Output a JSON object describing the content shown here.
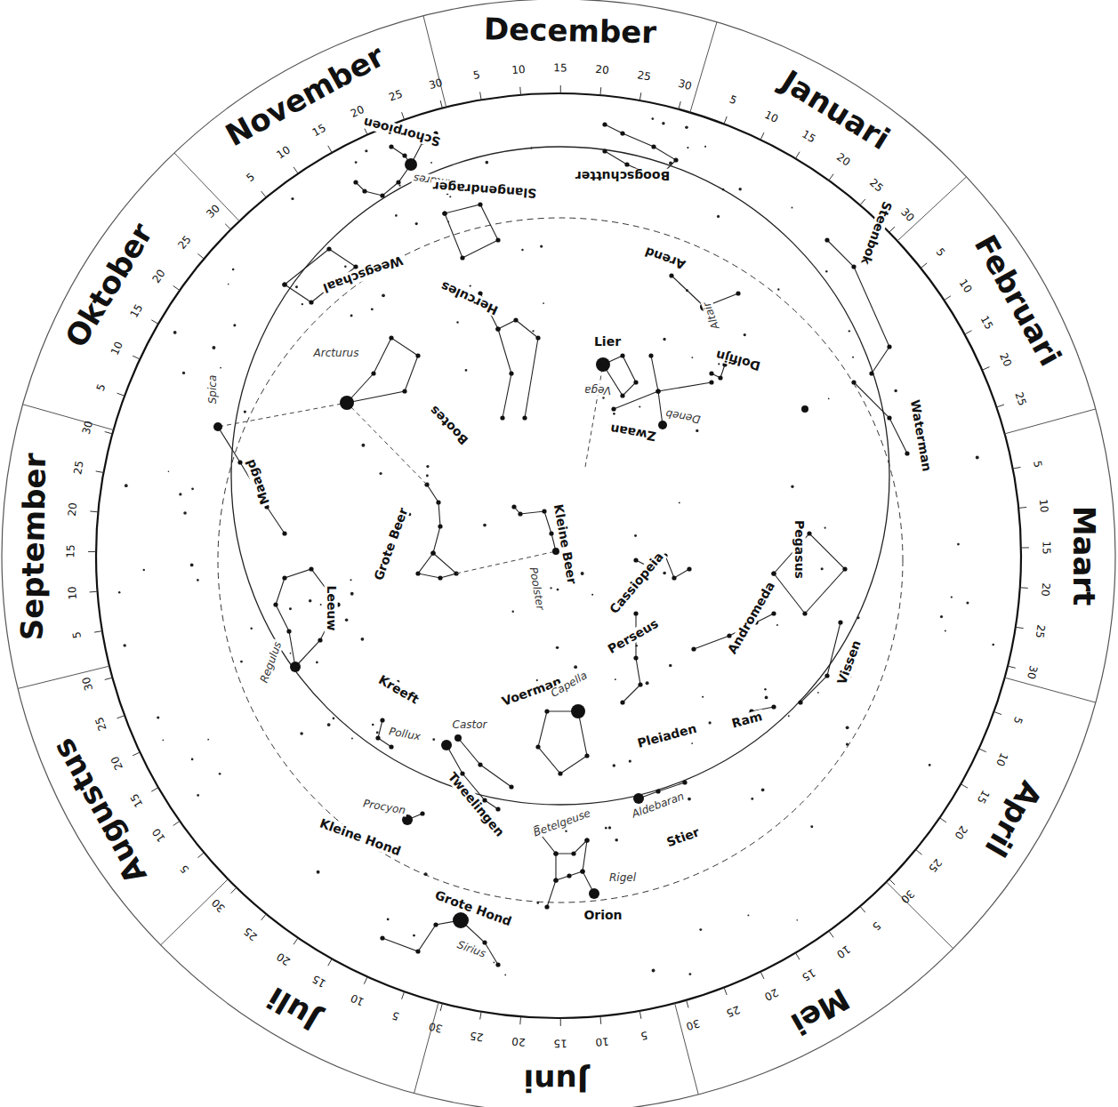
{
  "diagram": {
    "labels": [
      "Januari",
      "5",
      "10",
      "15",
      "20",
      "25",
      "30",
      "Februari",
      "5",
      "10",
      "15",
      "20",
      "25",
      "Maart",
      "5",
      "10",
      "15",
      "20",
      "25",
      "30",
      "April",
      "5",
      "10",
      "15",
      "20",
      "25",
      "30",
      "Mei",
      "5",
      "10",
      "15",
      "20",
      "25",
      "30",
      "Juni",
      "5",
      "10",
      "15",
      "20",
      "25",
      "30",
      "Juli",
      "5",
      "10",
      "15",
      "20",
      "25",
      "30",
      "Augustus",
      "5",
      "10",
      "15",
      "20",
      "25",
      "30",
      "September",
      "5",
      "10",
      "15",
      "20",
      "25",
      "30",
      "Oktober",
      "5",
      "10",
      "15",
      "20",
      "25",
      "30",
      "November",
      "5",
      "10",
      "15",
      "20",
      "25",
      "30",
      "December",
      "5",
      "10",
      "15",
      "20",
      "25",
      "30",
      "Schorpioen",
      "Antares",
      "Slangendrager",
      "Boogschutter",
      "Weegschaal",
      "Hercules",
      "Arend",
      "Altair",
      "Steenbok",
      "Lier",
      "Vega",
      "Dolfijn",
      "Arcturus",
      "Spica",
      "Zwaan",
      "Deneb",
      "Bootes",
      "Waterman",
      "Maagd",
      "Grote Beer",
      "Kleine Beer",
      "Poolster",
      "Cassiopeia",
      "Pegasus",
      "Leeuw",
      "Regulus",
      "Perseus",
      "Andromeda",
      "Vissen",
      "Kreeft",
      "Pollux",
      "Castor",
      "Voerman",
      "Capella",
      "Pleiaden",
      "Ram",
      "Procyon",
      "Tweelingen",
      "Betelgeuse",
      "Aldebaran",
      "Kleine Hond",
      "Stier",
      "Rigel",
      "Grote Hond",
      "Orion",
      "Sirius"
    ]
  }
}
